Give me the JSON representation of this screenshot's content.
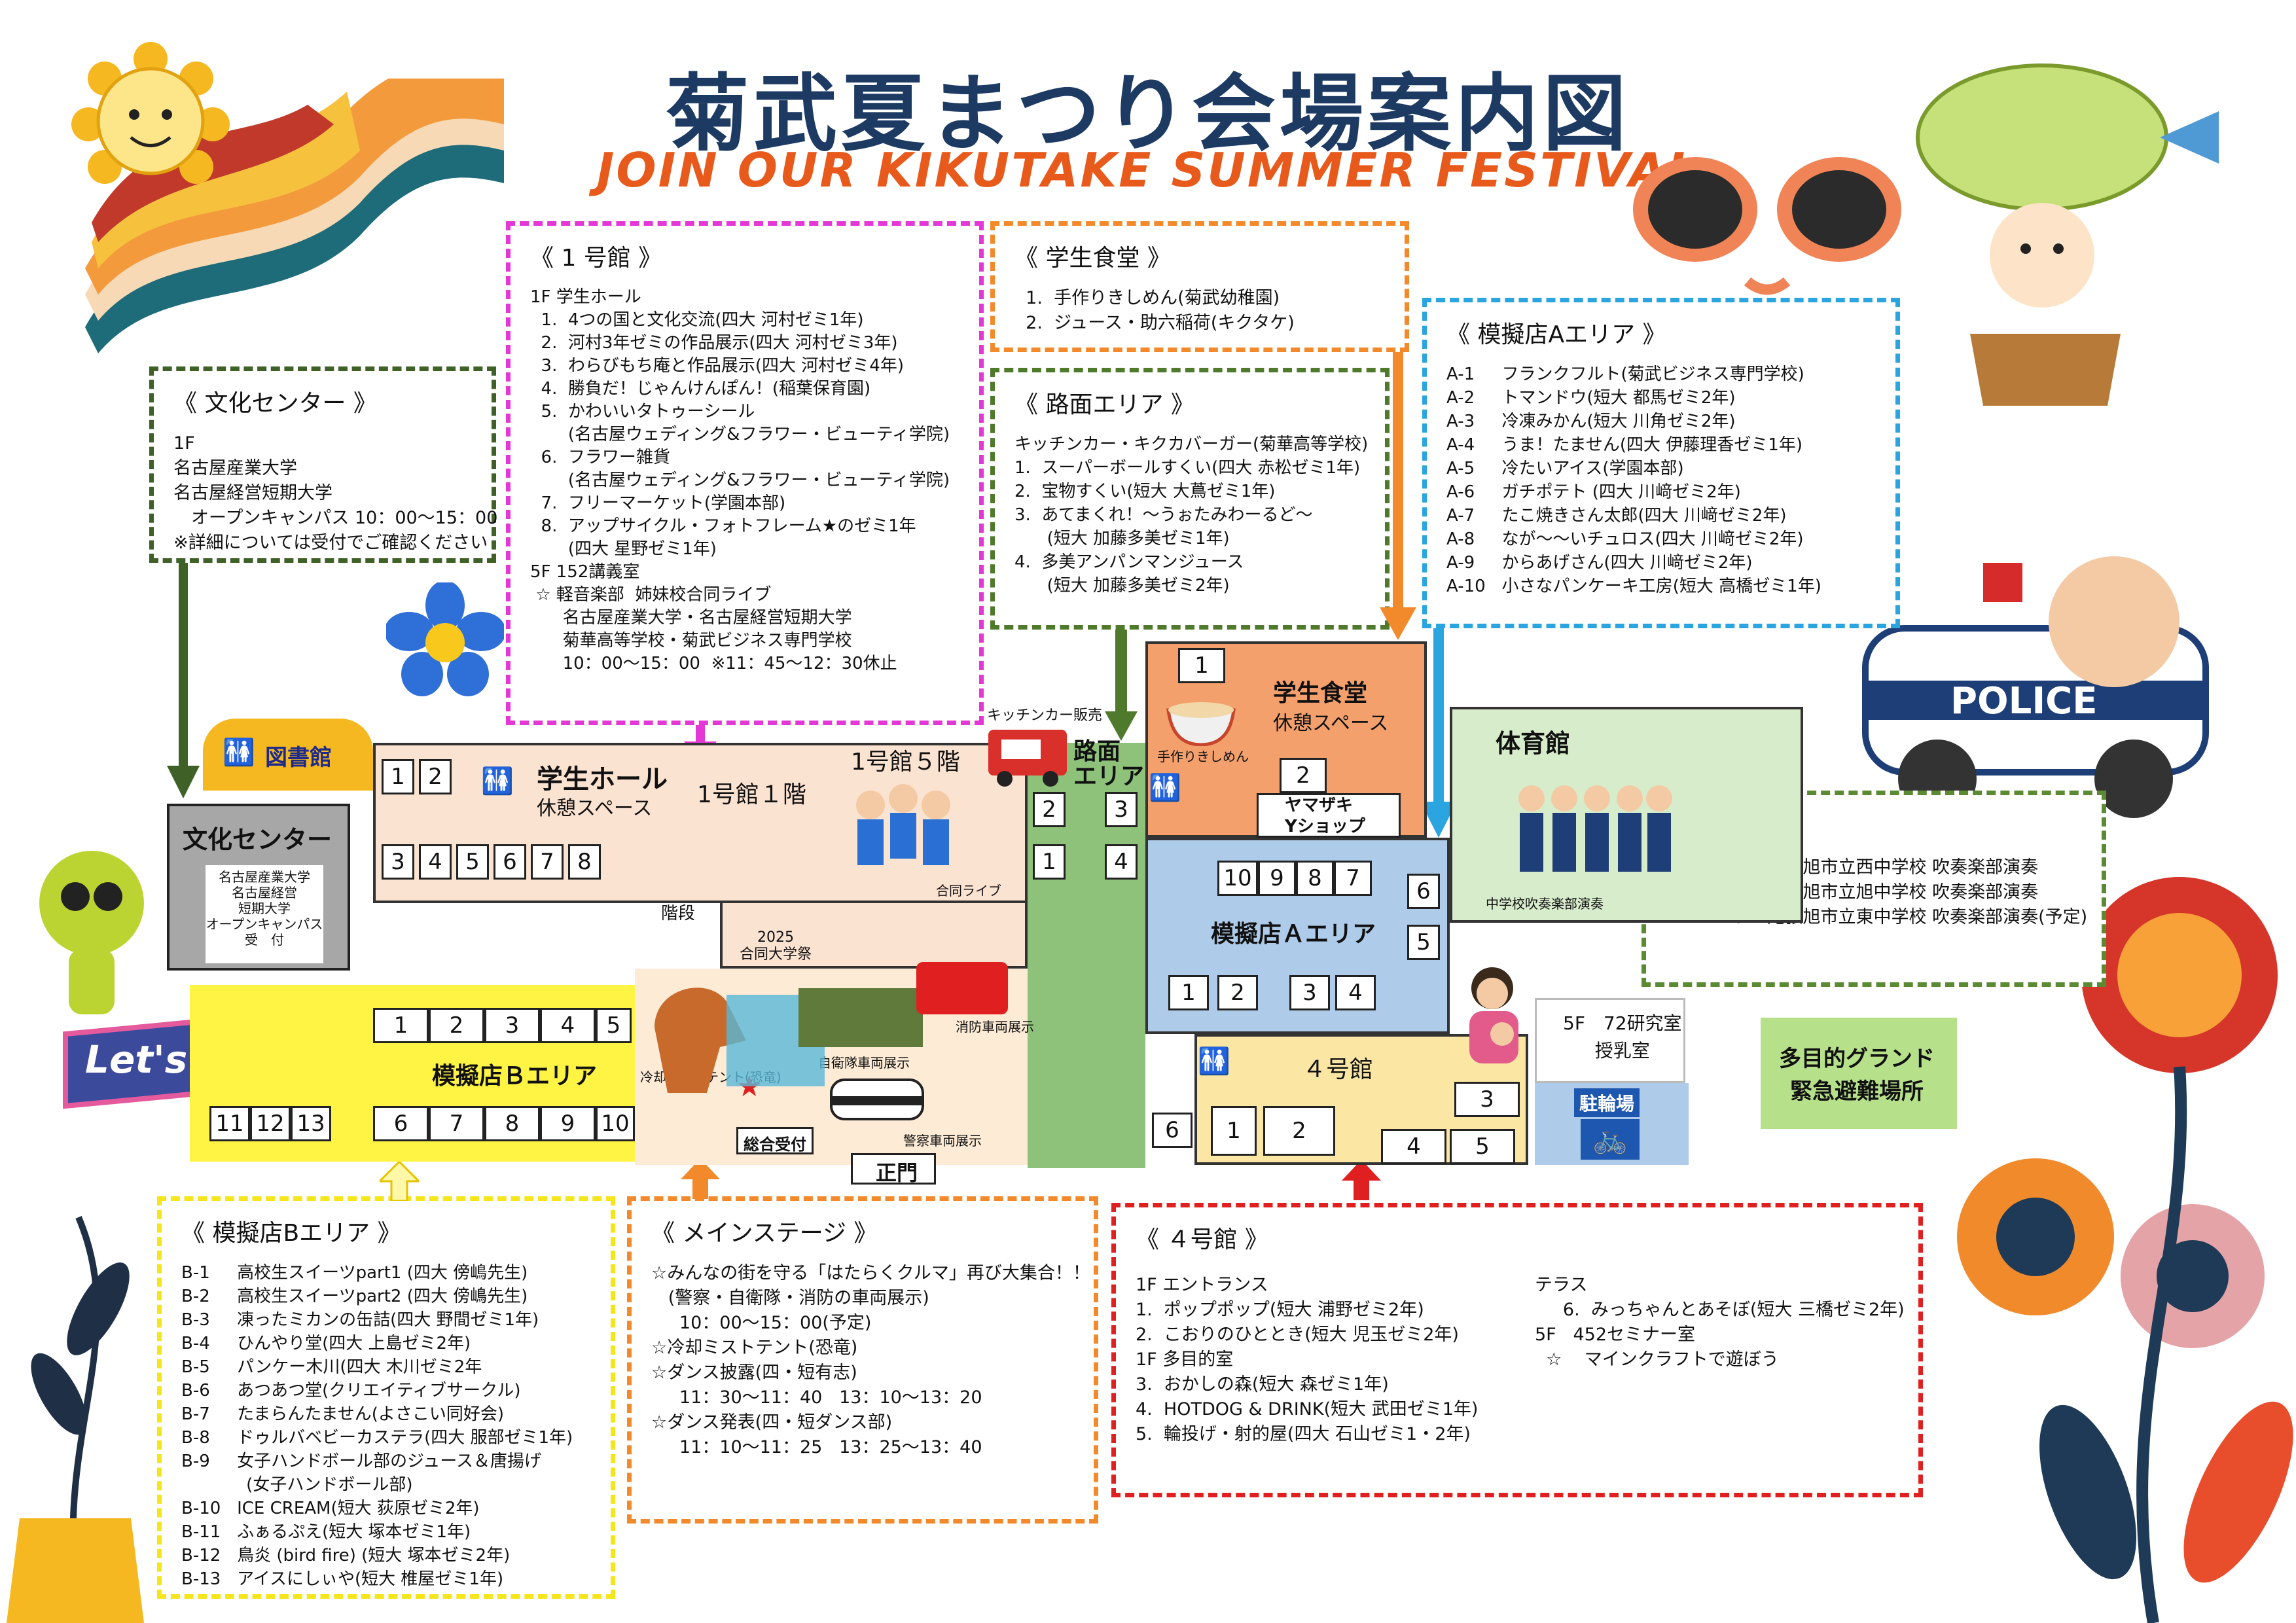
{
  "header": {
    "title": "菊武夏まつり会場案内図",
    "subtitle": "JOIN OUR KIKUTAKE SUMMER FESTIVAL"
  },
  "colors": {
    "title": "#1d3a63",
    "subtitle": "#e85a1b",
    "bldg1": "#fbe3d2",
    "cafeteria": "#f3a06d",
    "areaA": "#aecbe9",
    "areaB": "#fff344",
    "gym": "#d7eccb",
    "road": "#8ec27a",
    "bldg4": "#fbe6a4",
    "culture": "#a7a7a7"
  },
  "boxes": {
    "bunka": {
      "heading": "《 文化センター 》",
      "lines": [
        "1F",
        "名古屋産業大学",
        "名古屋経営短期大学",
        "　オープンキャンパス 10：00～15：00",
        "※詳細については受付でご確認ください"
      ]
    },
    "bldg1": {
      "heading": "《 1 号館 》",
      "lines": [
        "1F 学生ホール",
        "  1.  4つの国と文化交流(四大 河村ゼミ1年)",
        "  2.  河村3年ゼミの作品展示(四大 河村ゼミ3年)",
        "  3.  わらびもち庵と作品展示(四大 河村ゼミ4年)",
        "  4.  勝負だ！じゃんけんぽん！(稲葉保育園)",
        "  5.  かわいいタトゥーシール",
        "       (名古屋ウェディング&フラワー・ビューティ学院)",
        "  6.  フラワー雑貨",
        "       (名古屋ウェディング&フラワー・ビューティ学院)",
        "  7.  フリーマーケット(学園本部)",
        "  8.  アップサイクル・フォトフレーム★のゼミ1年",
        "       (四大 星野ゼミ1年)",
        "",
        "5F 152講義室",
        " ☆ 軽音楽部  姉妹校合同ライブ",
        "      名古屋産業大学・名古屋経営短期大学",
        "      菊華高等学校・菊武ビジネス専門学校",
        "      10：00～15：00  ※11：45～12：30休止"
      ]
    },
    "shokudo": {
      "heading": "《 学生食堂 》",
      "lines": [
        "  1.  手作りきしめん(菊武幼稚園)",
        "  2.  ジュース・助六稲荷(キクタケ)"
      ]
    },
    "romen": {
      "heading": "《 路面エリア 》",
      "lines": [
        "キッチンカー・キクカバーガー(菊華高等学校)",
        "1.  スーパーボールすくい(四大 赤松ゼミ1年)",
        "2.  宝物すくい(短大 大蔦ゼミ1年)",
        "3.  あてまくれ！～うぉたみわーるど～",
        "      (短大 加藤多美ゼミ1年)",
        "4.  多美アンパンマンジュース",
        "      (短大 加藤多美ゼミ2年)"
      ]
    },
    "areaA": {
      "heading": "《 模擬店Aエリア 》",
      "lines": [
        "A-1     フランクフルト(菊武ビジネス専門学校)",
        "A-2     トマンドウ(短大 都馬ゼミ2年)",
        "A-3     冷凍みかん(短大 川角ゼミ2年)",
        "A-4     うま！たません(四大 伊藤理香ゼミ1年)",
        "A-5     冷たいアイス(学園本部)",
        "A-6     ガチポテト (四大 川﨑ゼミ2年)",
        "A-7     たこ焼きさん太郎(四大 川﨑ゼミ2年)",
        "A-8     なが～～いチュロス(四大 川﨑ゼミ2年)",
        "A-9     からあげさん(四大 川﨑ゼミ2年)",
        "A-10   小さなパンケーキ工房(短大 高橋ゼミ1年)"
      ]
    },
    "gym": {
      "heading": "《 体育館 》",
      "lines": [
        "☆10：10～ 尾張旭市立西中学校 吹奏楽部演奏",
        "☆12：25～ 尾張旭市立旭中学校 吹奏楽部演奏",
        "☆14：40～ 尾張旭市立東中学校 吹奏楽部演奏(予定)"
      ]
    },
    "areaB": {
      "heading": "《 模擬店Bエリア 》",
      "lines": [
        "B-1     高校生スイーツpart1 (四大 傍嶋先生)",
        "B-2     高校生スイーツpart2 (四大 傍嶋先生)",
        "B-3     凍ったミカンの缶詰(四大 野間ゼミ1年)",
        "B-4     ひんやり堂(四大 上島ゼミ2年)",
        "B-5     パンケー木川(四大 木川ゼミ2年",
        "B-6     あつあつ堂(クリエイティブサークル)",
        "B-7     たまらんたません(よさこい同好会)",
        "B-8     ドゥルバベビーカステラ(四大 服部ゼミ1年)",
        "B-9     女子ハンドボール部のジュース＆唐揚げ",
        "            (女子ハンドボール部)",
        "B-10   ICE CREAM(短大 荻原ゼミ2年)",
        "B-11   ふぁるぷえ(短大 塚本ゼミ1年)",
        "B-12   鳥炎 (bird fire) (短大 塚本ゼミ2年)",
        "B-13   アイスにしぃや(短大 椎屋ゼミ1年)"
      ]
    },
    "stage": {
      "heading": "《 メインステージ 》",
      "lines": [
        "☆みんなの街を守る「はたらくクルマ」再び大集合！！",
        "   (警察・自衛隊・消防の車両展示)",
        "     10：00～15：00(予定)",
        "☆冷却ミストテント(恐竜)",
        "☆ダンス披露(四・短有志)",
        "     11：30～11：40   13：10～13：20",
        "☆ダンス発表(四・短ダンス部)",
        "     11：10～11：25   13：25～13：40"
      ]
    },
    "bldg4": {
      "heading": "《 ４号館 》",
      "left": [
        "1F エントランス",
        "1.  ポップポップ(短大 浦野ゼミ2年)",
        "2.  こおりのひととき(短大 児玉ゼミ2年)",
        "",
        "1F 多目的室",
        "3.  おかしの森(短大 森ゼミ1年)",
        "4.  HOTDOG & DRINK(短大 武田ゼミ1年)",
        "5.  輪投げ・射的屋(四大 石山ゼミ1・2年)"
      ],
      "right": [
        "テラス",
        "     6.  みっちゃんとあそぼ(短大 三橋ゼミ2年)",
        "",
        "",
        "5F   452セミナー室",
        "  ☆    マインクラフトで遊ぼう"
      ]
    }
  },
  "map": {
    "library": "図書館",
    "culture_center": "文化センター",
    "culture_sub": [
      "名古屋産業大学",
      "名古屋経営",
      "短期大学",
      "オープンキャンパス",
      "受　付"
    ],
    "hall": "学生ホール",
    "hall_rest": "休憩スペース",
    "bldg1_1f": "1号館１階",
    "bldg1_5f": "1号館５階",
    "live": "合同ライブ",
    "kaidan": "階段",
    "kitchen_car": "キッチンカー販売",
    "romen": "路面\nエリア",
    "cafeteria": "学生食堂",
    "cafe_rest": "休憩スペース",
    "kishimen": "手作りきしめん",
    "yamazaki": "ヤマザキ\nYショップ",
    "gym": "体育館",
    "brass": "中学校吹奏楽部演奏",
    "areaA": "模擬店Ａエリア",
    "areaB": "模擬店Ｂエリア",
    "bldg4": "４号館",
    "nursing": "5F　72研究室\n授乳室",
    "parking": "駐輪場",
    "ground": "多目的グランド\n緊急避難場所",
    "daigakusai": "2025\n合同大学祭",
    "mist": "冷却ミストテント(恐竜)",
    "sdf": "自衛隊車両展示",
    "fire": "消防車両展示",
    "police": "警察車両展示",
    "reception": "総合受付",
    "gate": "正門",
    "letsgo": "Let's go!",
    "police_sign": "POLICE"
  }
}
